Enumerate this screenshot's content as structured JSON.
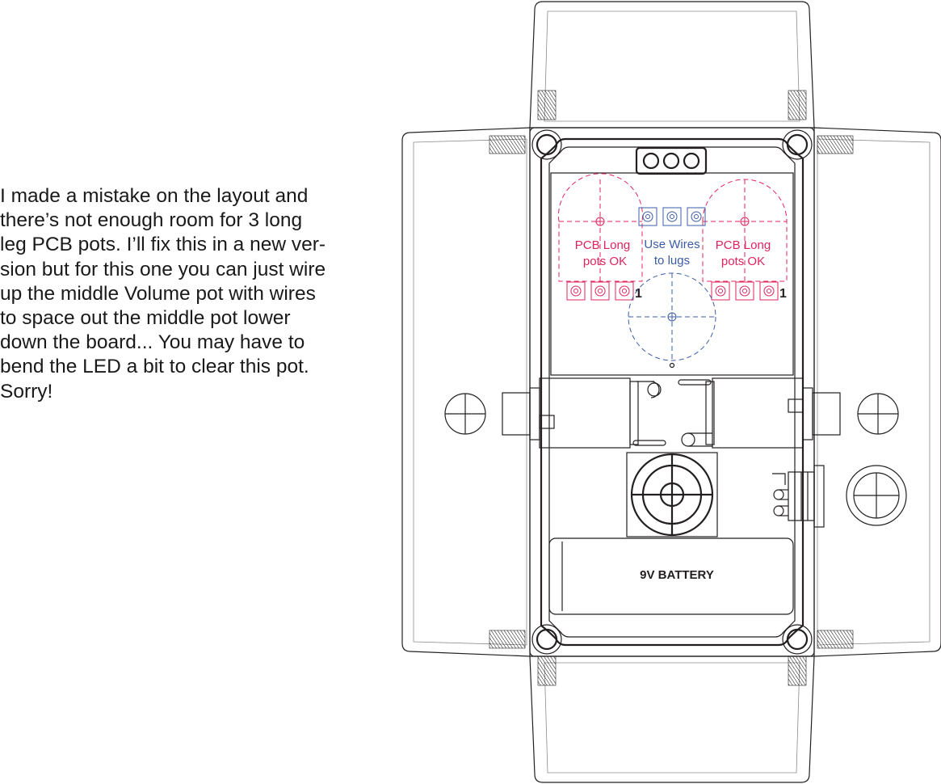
{
  "note": {
    "text": "I made a mistake on the layout and\nthere’s not enough room for 3 long\nleg PCB pots. I’ll fix this in a new ver-\nsion but for this one you can just wire\nup the middle Volume pot with wires\nto space out the middle pot lower\ndown the board... You may have to\nbend the LED a bit to clear this pot.\nSorry!"
  },
  "diagram": {
    "left_pot_label": [
      "PCB Long",
      "pots OK"
    ],
    "middle_pot_label": [
      "Use Wires",
      "to lugs"
    ],
    "right_pot_label": [
      "PCB Long",
      "pots OK"
    ],
    "pin_marker_left": "1",
    "pin_marker_right": "1",
    "battery_label": "9V BATTERY"
  },
  "colors": {
    "pcb_pot": "#e0245e",
    "wired_pot": "#3b5ca8",
    "outline": "#231f20"
  }
}
